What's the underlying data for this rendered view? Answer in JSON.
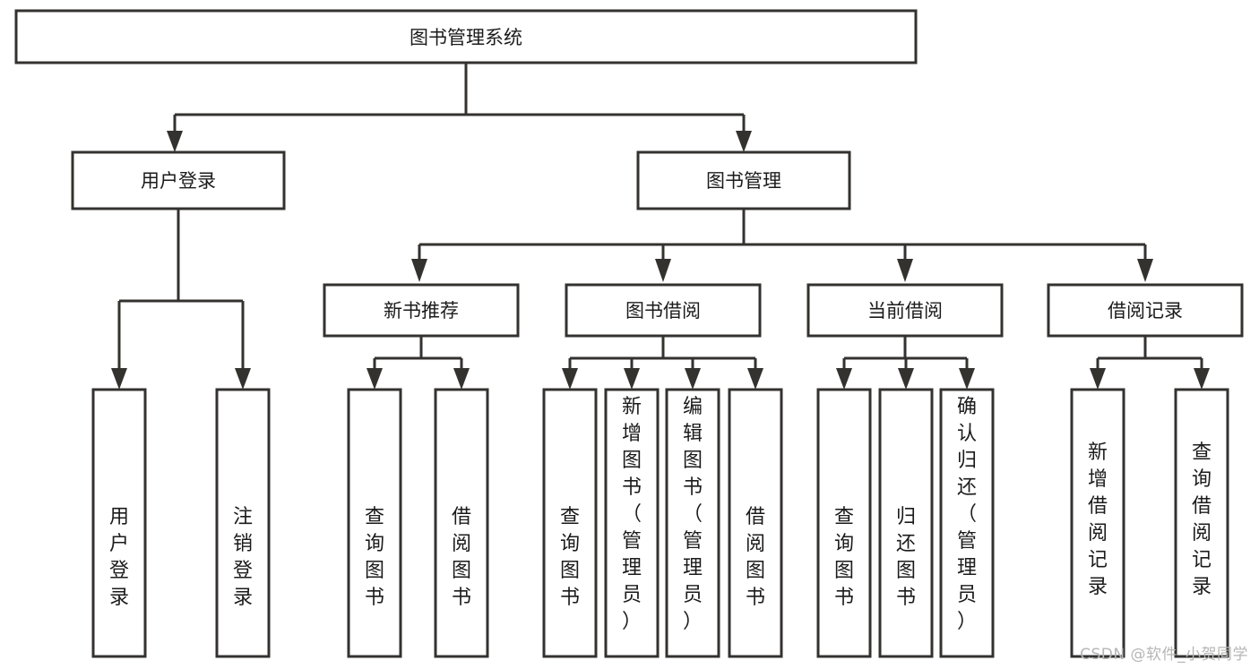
{
  "diagram": {
    "title": "图书管理系统",
    "type": "tree",
    "watermark": "CSDN @软件_小贺同学",
    "colors": {
      "stroke": "#33322f",
      "box_fill": "#ffffff",
      "text": "#1b1b1b",
      "watermark": "#b6b6b6",
      "background": "#ffffff"
    },
    "levels": {
      "root": {
        "label": "图书管理系统"
      },
      "level2": [
        {
          "id": "user-login",
          "label": "用户登录"
        },
        {
          "id": "book-manage",
          "label": "图书管理"
        }
      ],
      "level3": [
        {
          "id": "new-book-rec",
          "label": "新书推荐",
          "parent": "book-manage"
        },
        {
          "id": "book-borrow",
          "label": "图书借阅",
          "parent": "book-manage"
        },
        {
          "id": "current-borrow",
          "label": "当前借阅",
          "parent": "book-manage"
        },
        {
          "id": "borrow-record",
          "label": "借阅记录",
          "parent": "book-manage"
        }
      ],
      "leaves": {
        "user-login": [
          {
            "id": "leaf-user-login",
            "label": "用户登录"
          },
          {
            "id": "leaf-logout",
            "label": "注销登录"
          }
        ],
        "new-book-rec": [
          {
            "id": "leaf-query-book-1",
            "label": "查询图书"
          },
          {
            "id": "leaf-borrow-book-1",
            "label": "借阅图书"
          }
        ],
        "book-borrow": [
          {
            "id": "leaf-query-book-2",
            "label": "查询图书"
          },
          {
            "id": "leaf-add-book",
            "label": "新增图书（管理员）"
          },
          {
            "id": "leaf-edit-book",
            "label": "编辑图书（管理员）"
          },
          {
            "id": "leaf-borrow-book-2",
            "label": "借阅图书"
          }
        ],
        "current-borrow": [
          {
            "id": "leaf-query-book-3",
            "label": "查询图书"
          },
          {
            "id": "leaf-return-book",
            "label": "归还图书"
          },
          {
            "id": "leaf-confirm-return",
            "label": "确认归还（管理员）"
          }
        ],
        "borrow-record": [
          {
            "id": "leaf-add-record",
            "label": "新增借阅记录"
          },
          {
            "id": "leaf-query-record",
            "label": "查询借阅记录"
          }
        ]
      }
    }
  }
}
